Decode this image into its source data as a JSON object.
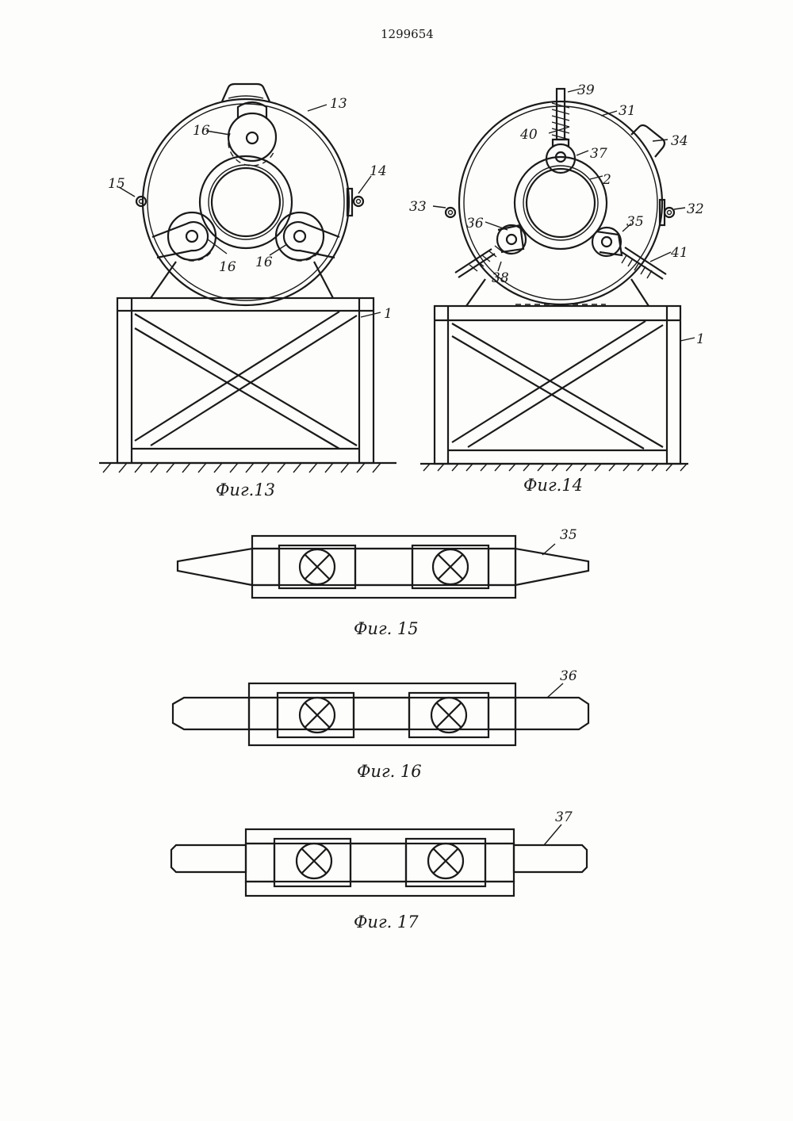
{
  "patent_number": "1299654",
  "figures": {
    "fig13": {
      "caption": "Фиг.13",
      "labels": {
        "frame": "1",
        "drum": "13",
        "lug_right": "14",
        "lug_left": "15",
        "roller": "16"
      }
    },
    "fig14": {
      "caption": "Фиг.14",
      "labels": {
        "frame": "1",
        "ring": "2",
        "drum": "31",
        "lug_right": "32",
        "lug_left": "33",
        "handle": "34",
        "roller_right": "35",
        "roller_left": "36",
        "roller_top": "37",
        "spring_left": "38",
        "screw_top": "39",
        "spring_top": "40",
        "spring_right": "41"
      }
    },
    "fig15": {
      "caption": "Фиг. 15",
      "label": "35"
    },
    "fig16": {
      "caption": "Фиг. 16",
      "label": "36"
    },
    "fig17": {
      "caption": "Фиг. 17",
      "label": "37"
    }
  }
}
